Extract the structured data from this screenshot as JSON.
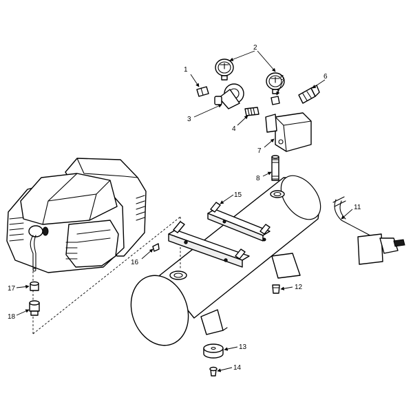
{
  "callouts": [
    {
      "id": "c1",
      "text": "1"
    },
    {
      "id": "c2",
      "text": "2"
    },
    {
      "id": "c3",
      "text": "3"
    },
    {
      "id": "c4",
      "text": "4"
    },
    {
      "id": "c5",
      "text": "5"
    },
    {
      "id": "c6",
      "text": "6"
    },
    {
      "id": "c7",
      "text": "7"
    },
    {
      "id": "c8",
      "text": "8"
    },
    {
      "id": "c11",
      "text": "11"
    },
    {
      "id": "c12",
      "text": "12"
    },
    {
      "id": "c13",
      "text": "13"
    },
    {
      "id": "c14",
      "text": "14"
    },
    {
      "id": "c15",
      "text": "15"
    },
    {
      "id": "c16",
      "text": "16"
    },
    {
      "id": "c17",
      "text": "17"
    },
    {
      "id": "c18",
      "text": "18"
    }
  ],
  "label_1": "1",
  "label_2": "2",
  "label_3": "3",
  "label_4": "4",
  "label_5": "5",
  "label_6": "6",
  "label_7": "7",
  "label_8": "8",
  "label_11": "11",
  "label_12": "12",
  "label_13": "13",
  "label_14": "14",
  "label_15": "15",
  "label_16": "16",
  "label_17": "17",
  "label_18": "18"
}
